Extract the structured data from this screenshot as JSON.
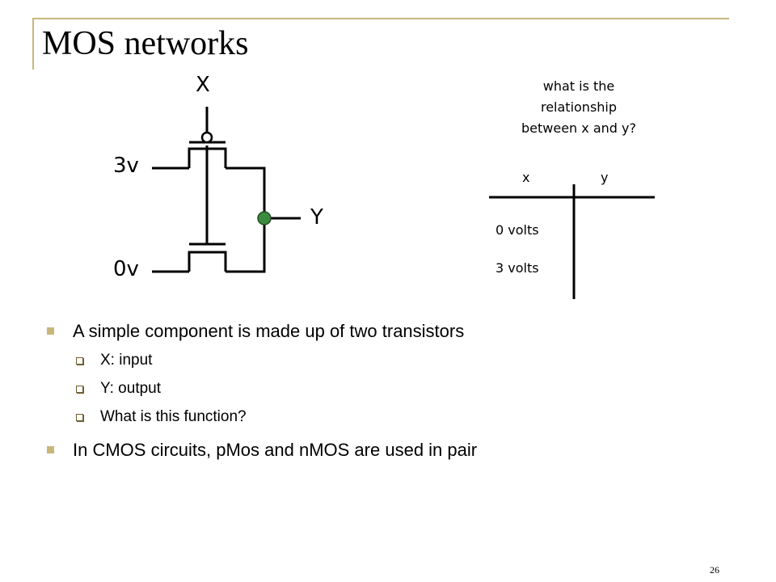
{
  "slide": {
    "title": "MOS networks",
    "number": "26",
    "accent_color": "#c9b67a"
  },
  "circuit": {
    "input_label": "X",
    "output_label": "Y",
    "top_supply_label": "3v",
    "bottom_supply_label": "0v",
    "node_color": "#3c8a3e"
  },
  "table": {
    "question": [
      "what is the",
      "relationship",
      "between x and y?"
    ],
    "col_headers": [
      "x",
      "y"
    ],
    "rows": [
      {
        "x": "0 volts",
        "y": ""
      },
      {
        "x": "3 volts",
        "y": ""
      }
    ]
  },
  "bullets": [
    {
      "text": "A simple component is made up of two transistors",
      "sub": [
        "X: input",
        "Y: output",
        "What is this function?"
      ]
    },
    {
      "text": "In CMOS circuits, pMos and nMOS are used in pair",
      "sub": []
    }
  ]
}
